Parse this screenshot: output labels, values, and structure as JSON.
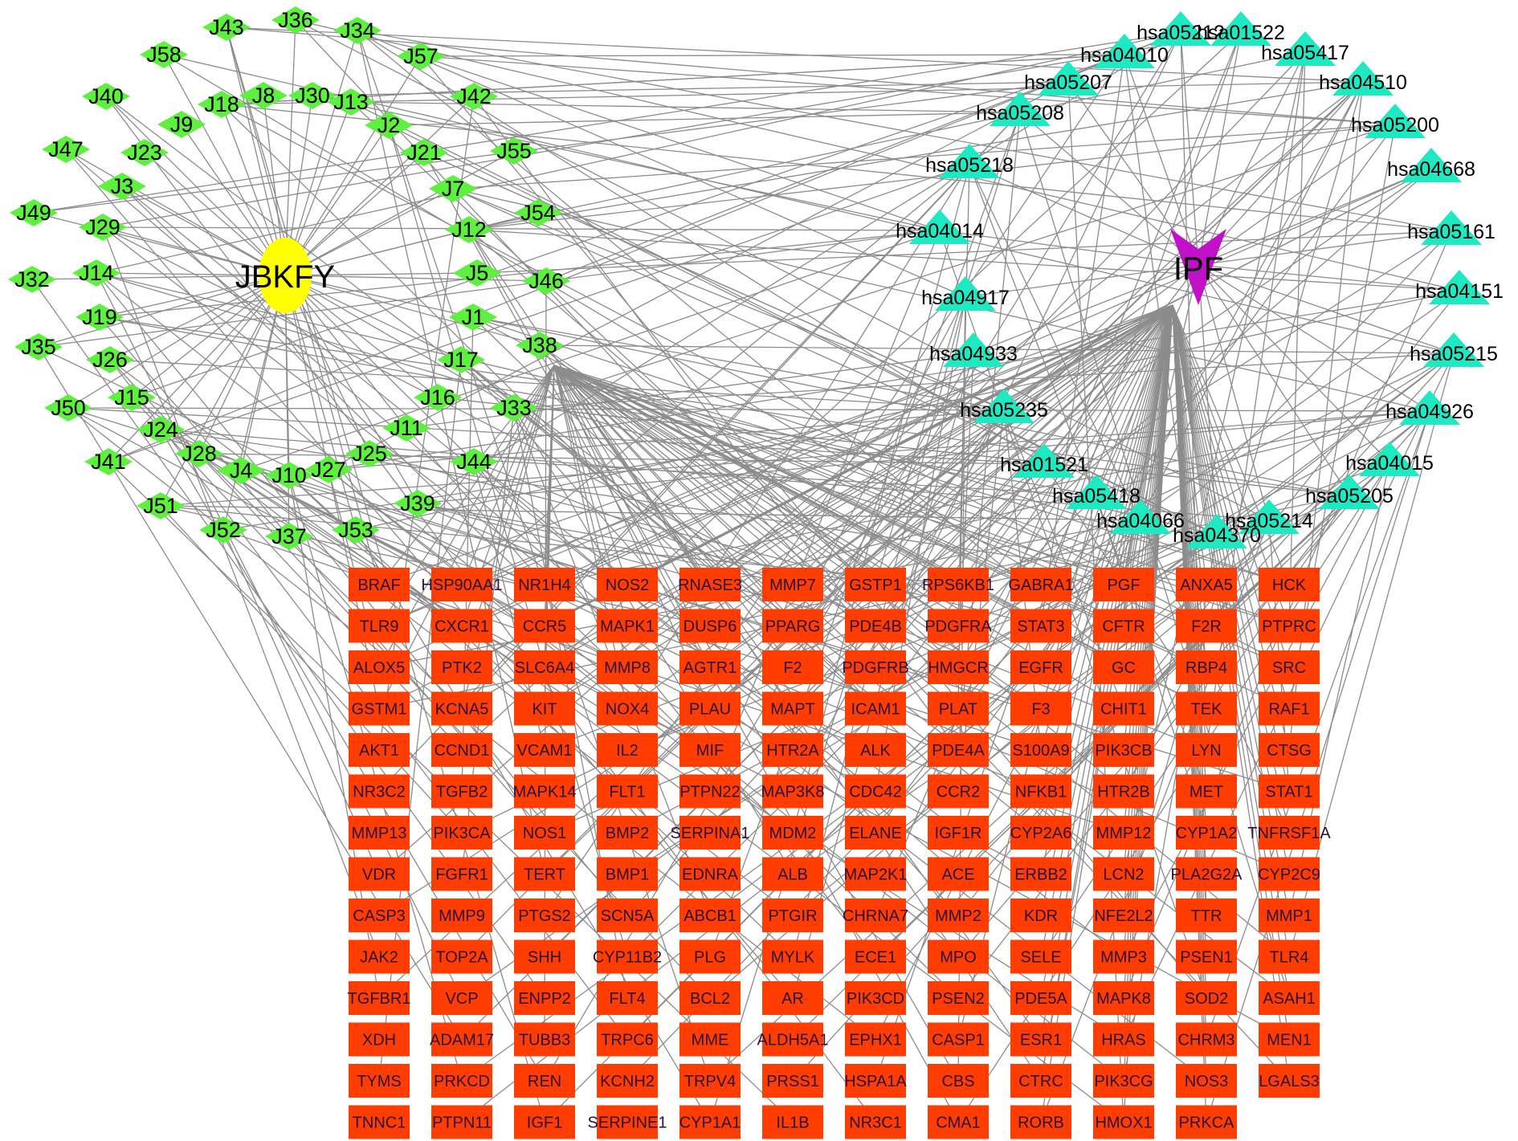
{
  "colors": {
    "background": "#ffffff",
    "edge": "#8c8c8c",
    "compound_node": "#5ef03e",
    "formula_node": "#ffff00",
    "pathway_node": "#1de9c3",
    "disease_node": "#c010c8",
    "gene_node": "#ff3d00",
    "gene_label": "#2a1140"
  },
  "hubs": {
    "formula": "JBKFY",
    "disease": "IPF"
  },
  "compounds": [
    "J43",
    "J36",
    "J34",
    "J58",
    "J57",
    "J40",
    "J18",
    "J8",
    "J30",
    "J13",
    "J42",
    "J9",
    "J2",
    "J23",
    "J21",
    "J55",
    "J47",
    "J3",
    "J7",
    "J49",
    "J29",
    "J54",
    "J12",
    "J14",
    "J5",
    "J46",
    "J32",
    "J19",
    "J1",
    "J38",
    "J35",
    "J26",
    "J17",
    "J15",
    "J16",
    "J33",
    "J50",
    "J24",
    "J11",
    "J28",
    "J25",
    "J44",
    "J41",
    "J4",
    "J10",
    "J27",
    "J51",
    "J39",
    "J52",
    "J37",
    "J53"
  ],
  "pathways": [
    "hsa05212",
    "hsa01522",
    "hsa04010",
    "hsa05417",
    "hsa05207",
    "hsa04510",
    "hsa05208",
    "hsa05200",
    "hsa05218",
    "hsa04668",
    "hsa04014",
    "hsa05161",
    "hsa04917",
    "hsa04151",
    "hsa04933",
    "hsa05215",
    "hsa05235",
    "hsa04926",
    "hsa01521",
    "hsa04015",
    "hsa05418",
    "hsa05205",
    "hsa04066",
    "hsa05214",
    "hsa04370"
  ],
  "genes": [
    [
      "BRAF",
      "HSP90AA1",
      "NR1H4",
      "NOS2",
      "RNASE3",
      "MMP7",
      "GSTP1",
      "RPS6KB1",
      "GABRA1",
      "PGF",
      "ANXA5",
      "HCK"
    ],
    [
      "TLR9",
      "CXCR1",
      "CCR5",
      "MAPK1",
      "DUSP6",
      "PPARG",
      "PDE4B",
      "PDGFRA",
      "STAT3",
      "CFTR",
      "F2R",
      "PTPRC"
    ],
    [
      "ALOX5",
      "PTK2",
      "SLC6A4",
      "MMP8",
      "AGTR1",
      "F2",
      "PDGFRB",
      "HMGCR",
      "EGFR",
      "GC",
      "RBP4",
      "SRC"
    ],
    [
      "GSTM1",
      "KCNA5",
      "KIT",
      "NOX4",
      "PLAU",
      "MAPT",
      "ICAM1",
      "PLAT",
      "F3",
      "CHIT1",
      "TEK",
      "RAF1"
    ],
    [
      "AKT1",
      "CCND1",
      "VCAM1",
      "IL2",
      "MIF",
      "HTR2A",
      "ALK",
      "PDE4A",
      "S100A9",
      "PIK3CB",
      "LYN",
      "CTSG"
    ],
    [
      "NR3C2",
      "TGFB2",
      "MAPK14",
      "FLT1",
      "PTPN22",
      "MAP3K8",
      "CDC42",
      "CCR2",
      "NFKB1",
      "HTR2B",
      "MET",
      "STAT1"
    ],
    [
      "MMP13",
      "PIK3CA",
      "NOS1",
      "BMP2",
      "SERPINA1",
      "MDM2",
      "ELANE",
      "IGF1R",
      "CYP2A6",
      "MMP12",
      "CYP1A2",
      "TNFRSF1A"
    ],
    [
      "VDR",
      "FGFR1",
      "TERT",
      "BMP1",
      "EDNRA",
      "ALB",
      "MAP2K1",
      "ACE",
      "ERBB2",
      "LCN2",
      "PLA2G2A",
      "CYP2C9"
    ],
    [
      "CASP3",
      "MMP9",
      "PTGS2",
      "SCN5A",
      "ABCB1",
      "PTGIR",
      "CHRNA7",
      "MMP2",
      "KDR",
      "NFE2L2",
      "TTR",
      "MMP1"
    ],
    [
      "JAK2",
      "TOP2A",
      "SHH",
      "CYP11B2",
      "PLG",
      "MYLK",
      "ECE1",
      "MPO",
      "SELE",
      "MMP3",
      "PSEN1",
      "TLR4"
    ],
    [
      "TGFBR1",
      "VCP",
      "ENPP2",
      "FLT4",
      "BCL2",
      "AR",
      "PIK3CD",
      "PSEN2",
      "PDE5A",
      "MAPK8",
      "SOD2",
      "ASAH1"
    ],
    [
      "XDH",
      "ADAM17",
      "TUBB3",
      "TRPC6",
      "MME",
      "ALDH5A1",
      "EPHX1",
      "CASP1",
      "ESR1",
      "HRAS",
      "CHRM3",
      "MEN1"
    ],
    [
      "TYMS",
      "PRKCD",
      "REN",
      "KCNH2",
      "TRPV4",
      "PRSS1",
      "HSPA1A",
      "CBS",
      "CTRC",
      "PIK3CG",
      "NOS3",
      "LGALS3"
    ],
    [
      "TNNC1",
      "PTPN11",
      "IGF1",
      "SERPINE1",
      "CYP1A1",
      "IL1B",
      "NR3C1",
      "CMA1",
      "RORB",
      "HMOX1",
      "PRKCA",
      ""
    ]
  ]
}
